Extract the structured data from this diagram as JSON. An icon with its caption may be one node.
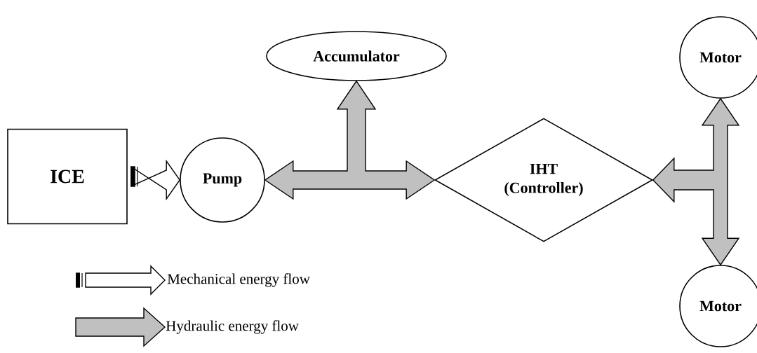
{
  "diagram": {
    "nodes": [
      {
        "text": [
          "ICE"
        ]
      },
      {
        "text": [
          "Pump"
        ]
      },
      {
        "text": [
          "Accumulator"
        ]
      },
      {
        "text": [
          "IHT (Controller)"
        ]
      },
      {
        "text": [
          "Motor"
        ]
      },
      {
        "text": [
          "Motor"
        ]
      }
    ],
    "edges": [
      {
        "from": 0,
        "to": 1,
        "arrow": "to",
        "color": "#ffffff"
      },
      {
        "from": 1,
        "to": 3,
        "arrow": "both"
      },
      {
        "from": 1,
        "to": 2,
        "arrow": "both"
      },
      {
        "from": 3,
        "to": 4,
        "arrow": "both"
      },
      {
        "from": 3,
        "to": 5,
        "arrow": "both"
      }
    ],
    "legend": [
      {
        "text": "Mechanical energy flow"
      },
      {
        "text": "Hydraulic energy flow"
      }
    ]
  }
}
